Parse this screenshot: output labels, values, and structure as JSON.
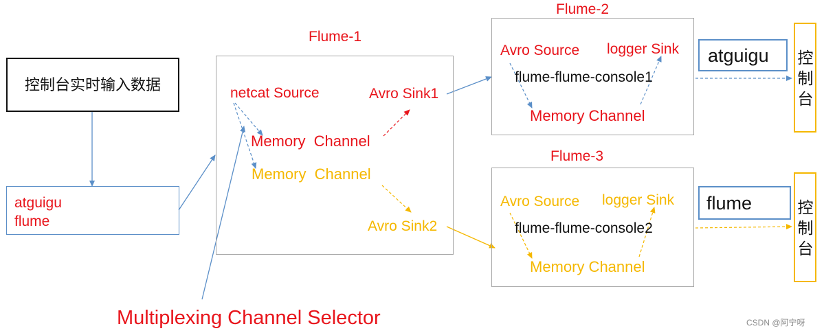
{
  "input_box": {
    "label": "控制台实时输入数据"
  },
  "data_box": {
    "line1": "atguigu",
    "line2": "flume"
  },
  "flume1": {
    "title": "Flume-1",
    "source": "netcat Source",
    "channel_red": "Memory  Channel",
    "channel_yellow": "Memory  Channel",
    "sink1": "Avro Sink1",
    "sink2": "Avro Sink2"
  },
  "flume2": {
    "title": "Flume-2",
    "source": "Avro Source",
    "sink": "logger Sink",
    "name": "flume-flume-console1",
    "channel": "Memory Channel"
  },
  "flume3": {
    "title": "Flume-3",
    "source": "Avro Source",
    "sink": "logger Sink",
    "name": "flume-flume-console2",
    "channel": "Memory Channel"
  },
  "output1": {
    "value": "atguigu",
    "console": [
      "控",
      "制",
      "台"
    ]
  },
  "output2": {
    "value": "flume",
    "console": [
      "控",
      "制",
      "台"
    ]
  },
  "selector_label": "Multiplexing Channel Selector",
  "watermark": "CSDN @阿宁呀",
  "colors": {
    "red": "#e8141b",
    "yellow": "#f5b800",
    "blue": "#5b8fc8",
    "box_border": "#a6a6a6",
    "console_border": "#f5b800"
  }
}
